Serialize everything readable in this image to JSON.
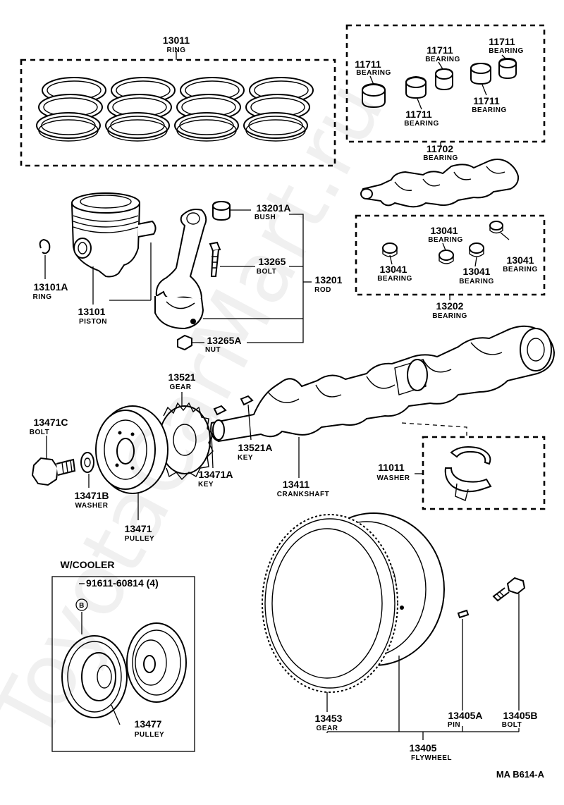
{
  "parts": {
    "p13011": {
      "no": "13011",
      "name": "RING"
    },
    "p11711a": {
      "no": "11711",
      "name": "BEARING"
    },
    "p11711b": {
      "no": "11711",
      "name": "BEARING"
    },
    "p11711c": {
      "no": "11711",
      "name": "BEARING"
    },
    "p11711d": {
      "no": "11711",
      "name": "BEARING"
    },
    "p11711e": {
      "no": "11711",
      "name": "BEARING"
    },
    "p11702": {
      "no": "11702",
      "name": "BEARING"
    },
    "p13201A": {
      "no": "13201A",
      "name": "BUSH"
    },
    "p13265": {
      "no": "13265",
      "name": "BOLT"
    },
    "p13201": {
      "no": "13201",
      "name": "ROD"
    },
    "p13265A": {
      "no": "13265A",
      "name": "NUT"
    },
    "p13101A": {
      "no": "13101A",
      "name": "RING"
    },
    "p13101": {
      "no": "13101",
      "name": "PISTON"
    },
    "p13041a": {
      "no": "13041",
      "name": "BEARING"
    },
    "p13041b": {
      "no": "13041",
      "name": "BEARING"
    },
    "p13041c": {
      "no": "13041",
      "name": "BEARING"
    },
    "p13041d": {
      "no": "13041",
      "name": "BEARING"
    },
    "p13202": {
      "no": "13202",
      "name": "BEARING"
    },
    "p13521": {
      "no": "13521",
      "name": "GEAR"
    },
    "p13471C": {
      "no": "13471C",
      "name": "BOLT"
    },
    "p13521A": {
      "no": "13521A",
      "name": "KEY"
    },
    "p13471A": {
      "no": "13471A",
      "name": "KEY"
    },
    "p13471B": {
      "no": "13471B",
      "name": "WASHER"
    },
    "p13411": {
      "no": "13411",
      "name": "CRANKSHAFT"
    },
    "p11011": {
      "no": "11011",
      "name": "WASHER"
    },
    "p13471": {
      "no": "13471",
      "name": "PULLEY"
    },
    "p13477": {
      "no": "13477",
      "name": "PULLEY"
    },
    "p13453": {
      "no": "13453",
      "name": "GEAR"
    },
    "p13405A": {
      "no": "13405A",
      "name": "PIN"
    },
    "p13405B": {
      "no": "13405B",
      "name": "BOLT"
    },
    "p13405": {
      "no": "13405",
      "name": "FLYWHEEL"
    }
  },
  "cooler": {
    "heading": "W/COOLER",
    "bolt_no": "91611-60814 (4)",
    "bolt_marker": "B"
  },
  "figure_ref": "MA  B614-A",
  "watermark": "ToyotaCarMart.ru"
}
